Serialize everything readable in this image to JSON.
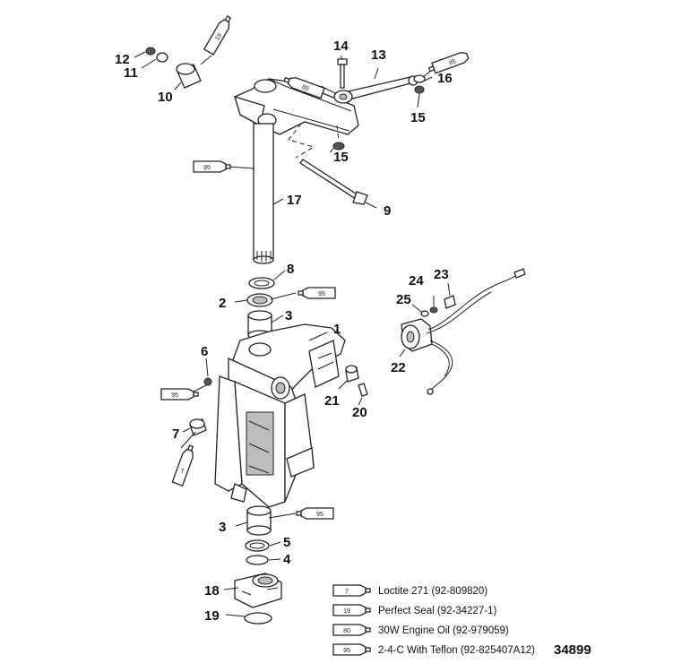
{
  "callouts": {
    "c1": "1",
    "c2": "2",
    "c3a": "3",
    "c3b": "3",
    "c4": "4",
    "c5": "5",
    "c6": "6",
    "c7": "7",
    "c8": "8",
    "c9": "9",
    "c10": "10",
    "c11": "11",
    "c12": "12",
    "c13": "13",
    "c14": "14",
    "c15a": "15",
    "c15b": "15",
    "c16": "16",
    "c17": "17",
    "c18": "18",
    "c19": "19",
    "c20": "20",
    "c21": "21",
    "c22": "22",
    "c23": "23",
    "c24": "24",
    "c25": "25"
  },
  "tubes": {
    "t19": "19",
    "t80": "80",
    "t95a": "95",
    "t95b": "95",
    "t95c": "95",
    "t95d": "95",
    "t95e": "95",
    "t7": "7"
  },
  "legend": [
    {
      "code": "7",
      "label": "Loctite 271 (92-809820)"
    },
    {
      "code": "19",
      "label": "Perfect Seal (92-34227-1)"
    },
    {
      "code": "80",
      "label": "30W Engine Oil (92-979059)"
    },
    {
      "code": "95",
      "label": "2-4-C With Teflon (92-825407A12)"
    }
  ],
  "figure_number": "34899"
}
